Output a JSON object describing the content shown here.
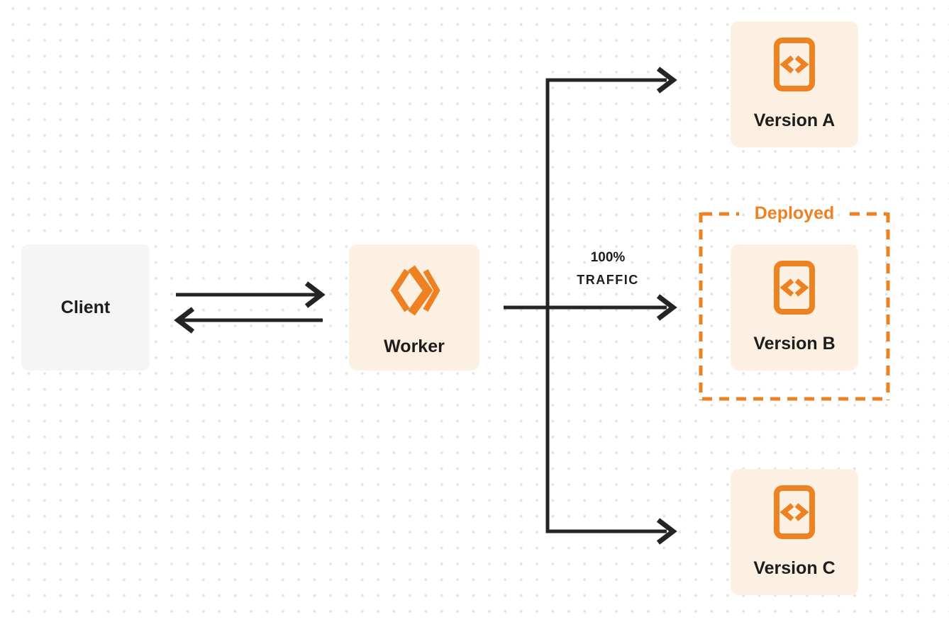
{
  "diagram": {
    "nodes": {
      "client": {
        "label": "Client"
      },
      "worker": {
        "label": "Worker"
      },
      "version_a": {
        "label": "Version A"
      },
      "version_b": {
        "label": "Version B"
      },
      "version_c": {
        "label": "Version C"
      }
    },
    "group": {
      "label": "Deployed"
    },
    "edge_label": {
      "line1": "100%",
      "line2": "TRAFFIC"
    },
    "icons": {
      "worker": "cloudflare-workers-logo",
      "version": "code-file-icon"
    },
    "colors": {
      "accent": "#EE8122",
      "fill_warm": "#FCF0E2",
      "fill_gray": "#F5F5F6",
      "arrow": "#242424",
      "text": "#1D1D1D",
      "dot": "#E3E3E5",
      "bg": "#FFFFFF"
    }
  }
}
